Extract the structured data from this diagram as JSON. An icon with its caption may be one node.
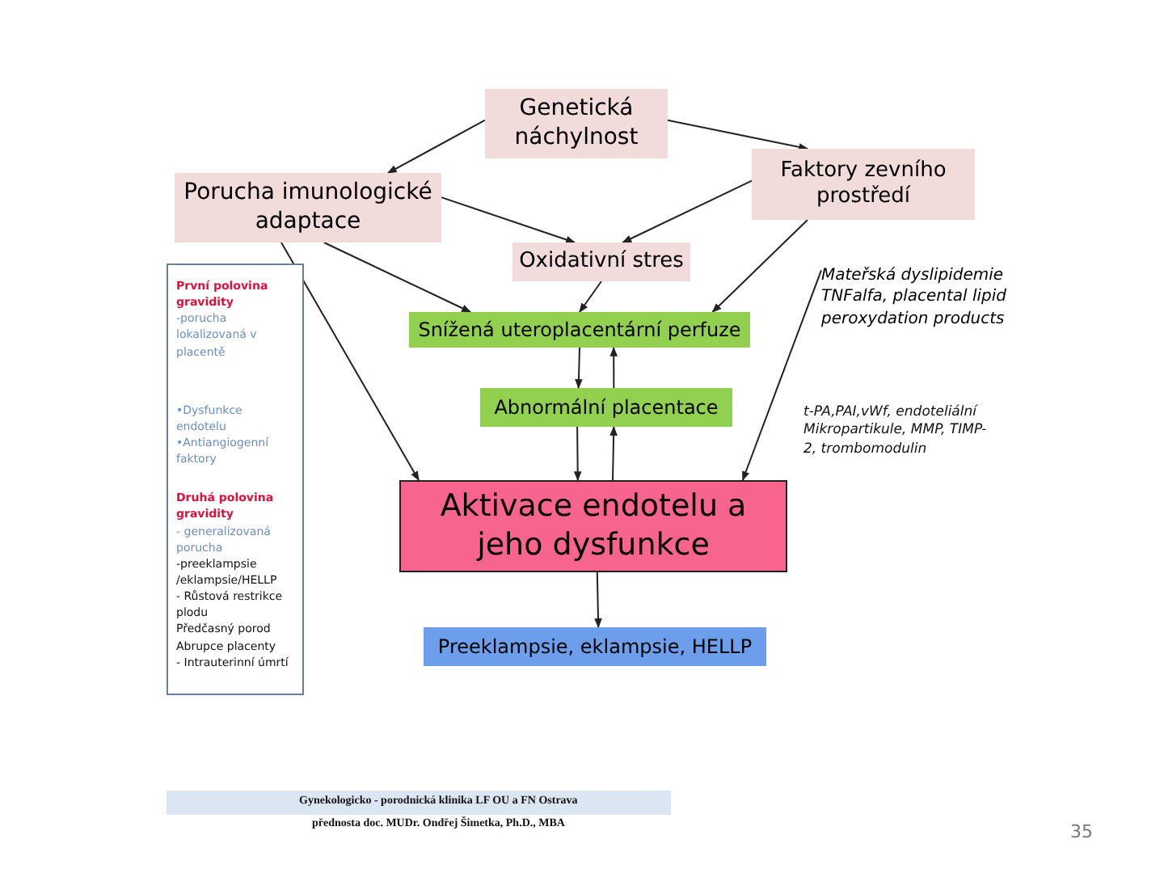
{
  "diagram": {
    "nodes": [
      {
        "text": [
          "Genetická náchylnost"
        ]
      },
      {
        "text": [
          "Porucha imunologické adaptace"
        ]
      },
      {
        "text": [
          "Faktory zevního prostředí"
        ]
      },
      {
        "text": [
          "Oxidativní stres"
        ]
      },
      {
        "text": [
          "Snížená uteroplacentární perfuze"
        ]
      },
      {
        "text": [
          "Abnormální placentace"
        ]
      },
      {
        "text": [
          "Aktivace endotelu a jeho dysfunkce"
        ]
      },
      {
        "text": [
          "Preeklampsie, eklampsie, HELLP"
        ]
      },
      {
        "text": [
          "První polovina gravidity",
          "-porucha lokalizovaná v placentě",
          "•Dysfunkce endotelu",
          "•Antiangiogenní faktory",
          "Druhá polovina gravidity",
          "- generalizovaná porucha",
          "-preeklampsie /eklampsie/HELLP",
          "- Růstová restrikce plodu",
          "Předčasný porod",
          "Abrupce placenty",
          "- Intrauterinní úmrtí"
        ]
      },
      {
        "text": [
          "Mateřská dyslipidemie TNFalfa, placental lipid peroxydation products"
        ]
      }
    ],
    "edges": [
      {
        "from": 0,
        "to": 1,
        "arrow": "to"
      },
      {
        "from": 0,
        "to": 2,
        "arrow": "to"
      },
      {
        "from": 1,
        "to": 3,
        "arrow": "to"
      },
      {
        "from": 2,
        "to": 3,
        "arrow": "to"
      },
      {
        "from": 1,
        "to": 4,
        "arrow": "to"
      },
      {
        "from": 3,
        "to": 4,
        "arrow": "to"
      },
      {
        "from": 2,
        "to": 4,
        "arrow": "to"
      },
      {
        "from": 1,
        "to": 6,
        "arrow": "to"
      },
      {
        "from": 9,
        "to": 6,
        "arrow": "to"
      },
      {
        "from": 4,
        "to": 5,
        "arrow": "to"
      },
      {
        "from": 5,
        "to": 4,
        "arrow": "to"
      },
      {
        "from": 5,
        "to": 6,
        "arrow": "to"
      },
      {
        "from": 6,
        "to": 5,
        "arrow": "to"
      },
      {
        "from": 6,
        "to": 7,
        "arrow": "to"
      }
    ],
    "labels": [
      "t-PA,PAI,vWf, endoteliální Mikropartikule, MMP, TIMP-2, trombomodulin",
      "Gynekologicko - porodnická klinika LF OU a FN Ostrava",
      "přednosta doc. MUDr. Ondřej Šimetka, Ph.D., MBA",
      "35"
    ]
  }
}
